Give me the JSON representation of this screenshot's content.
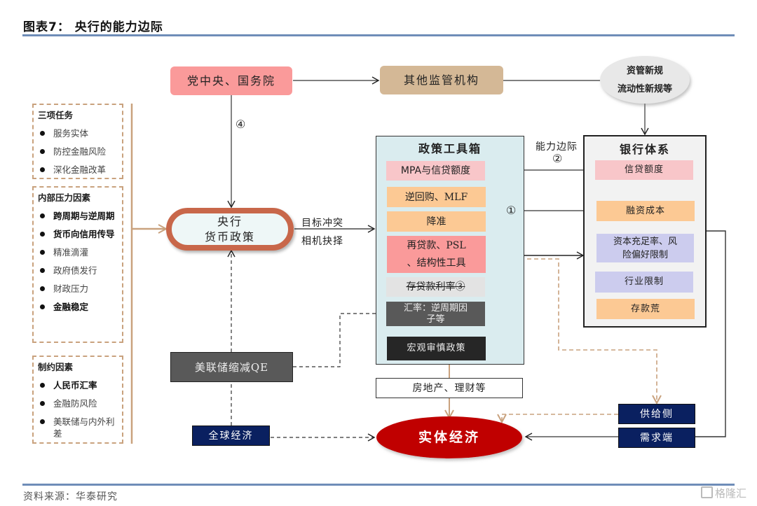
{
  "header": {
    "title": "图表7：  央行的能力边际"
  },
  "footer": {
    "source": "资料来源：华泰研究",
    "watermark": "格隆汇"
  },
  "left_panels": [
    {
      "heading": "三项任务",
      "items": [
        {
          "text": "服务实体",
          "bold": false
        },
        {
          "text": "防控金融风险",
          "bold": false
        },
        {
          "text": "深化金融改革",
          "bold": false
        }
      ]
    },
    {
      "heading": "内部压力因素",
      "items": [
        {
          "text": "跨周期与逆周期",
          "bold": true
        },
        {
          "text": "货币向信用传导",
          "bold": true
        },
        {
          "text": "精准滴灌",
          "bold": false
        },
        {
          "text": "政府债发行",
          "bold": false
        },
        {
          "text": "财政压力",
          "bold": false
        },
        {
          "text": "金融稳定",
          "bold": true
        }
      ]
    },
    {
      "heading": "制约因素",
      "items": [
        {
          "text": "人民币汇率",
          "bold": true
        },
        {
          "text": "金融防风险",
          "bold": false
        },
        {
          "text": "美联储与内外利差",
          "bold": false
        }
      ]
    }
  ],
  "nodes": {
    "party": "党中央、国务院",
    "other_regulators": "其他监管机构",
    "new_rules_line1": "资管新规",
    "new_rules_line2": "流动性新规等",
    "central_bank_line1": "央行",
    "central_bank_line2": "货币政策",
    "fed": "美联储缩减QE",
    "global": "全球经济",
    "real_estate": "房地产、理财等",
    "real_economy": "实体经济",
    "supply": "供给侧",
    "demand": "需求端"
  },
  "labels": {
    "marker4": "④",
    "conflict_line1": "目标冲突",
    "conflict_line2": "相机抉择",
    "capability_line1": "能力边际",
    "capability_line2": "②",
    "marker1": "①"
  },
  "toolbox": {
    "title": "政策工具箱",
    "items": [
      {
        "text": "MPA与信贷额度",
        "color": "#f8c6c9"
      },
      {
        "text": "逆回购、MLF",
        "color": "#fcc994"
      },
      {
        "text": "降准",
        "color": "#fcc994"
      },
      {
        "text": "再贷款、PSL、结构性工具",
        "line1": "再贷款、PSL",
        "line2": "、结构性工具",
        "color": "#fa9a9a"
      },
      {
        "text": "存贷款利率③",
        "color": "#e3e3e3",
        "strikethrough": true
      },
      {
        "text": "汇率：逆周期因子等",
        "line1": "汇率：逆周期因",
        "line2": "子等",
        "color": "#595959"
      },
      {
        "text": "宏观审慎政策",
        "color": "#262626"
      }
    ]
  },
  "bank_system": {
    "title": "银行体系",
    "items": [
      {
        "text": "信贷额度",
        "color": "#f8c6c9"
      },
      {
        "text": "融资成本",
        "color": "#fcc994"
      },
      {
        "text": "资本充足率、风险偏好限制",
        "line1": "资本充足率、风",
        "line2": "险偏好限制",
        "color": "#ccccee"
      },
      {
        "text": "行业限制",
        "color": "#ccccee"
      },
      {
        "text": "存款荒",
        "color": "#fcc994"
      }
    ]
  },
  "colors": {
    "party": "#fa9a9a",
    "other_regulators": "#d4b896",
    "toolbox_bg": "#daecef",
    "bank_bg": "#f2f2f2",
    "central_bank_ring": "#c8674a",
    "real_economy": "#c00000",
    "navy": "#0a2060",
    "brown_arrow": "#c9a27e",
    "rule": "#6f8db8"
  }
}
